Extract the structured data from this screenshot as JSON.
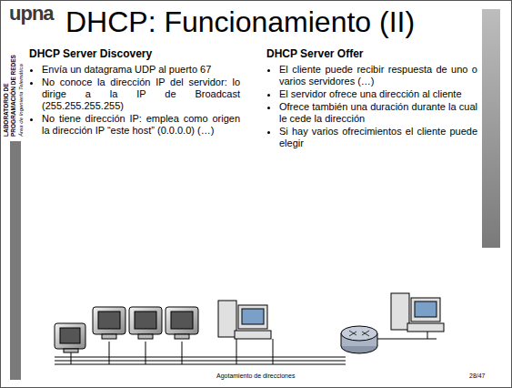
{
  "diagram": {
    "title": "DHCP: Funcionamiento (II)",
    "labels": [
      "upna",
      "LABORATORIO DE PROGRAMACIÓN DE REDES",
      "Área de Ingeniería Telemática",
      "DHCP Server Discovery",
      "Envía un datagrama UDP al puerto 67",
      "No conoce la dirección IP del servidor: lo dirige a la IP de Broadcast (255.255.255.255)",
      "No tiene dirección IP: emplea como origen la dirección IP “este host” (0.0.0.0) (…)",
      "DHCP Server Offer",
      "El cliente puede recibir respuesta de uno o varios servidores (…)",
      "El servidor ofrece una dirección al cliente",
      "Ofrece también una duración durante la cual le cede la dirección",
      "Si hay varios ofrecimientos el cliente puede elegir",
      "Agotamiento de direcciones",
      "28/47"
    ]
  }
}
